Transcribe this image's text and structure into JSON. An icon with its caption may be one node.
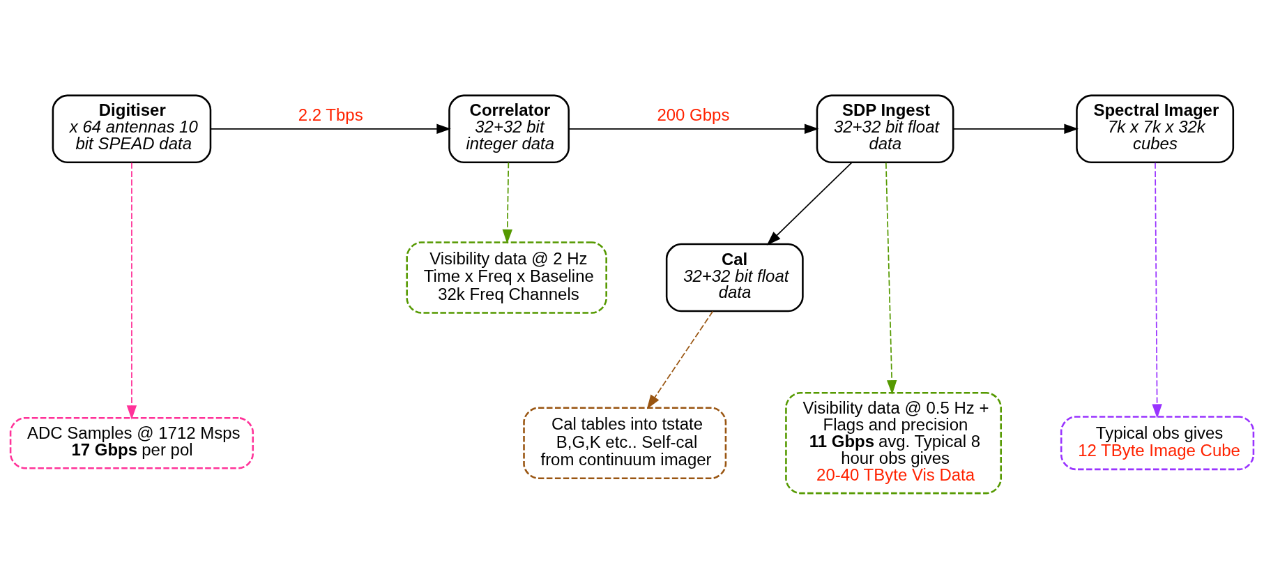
{
  "diagram": {
    "nodes": [
      {
        "text": [
          "Digitiser",
          "x 64 antennas 10 bit SPEAD data"
        ]
      },
      {
        "text": [
          "Correlator",
          "32+32 bit integer data"
        ]
      },
      {
        "text": [
          "SDP Ingest",
          "32+32 bit float data"
        ]
      },
      {
        "text": [
          "Spectral Imager",
          "7k x 7k x 32k cubes"
        ]
      },
      {
        "text": [
          "Cal",
          "32+32 bit float data"
        ]
      },
      {
        "text": [
          "Visibility data @ 2 Hz Time x Freq x Baseline 32k Freq Channels"
        ]
      },
      {
        "text": [
          "Cal tables into tstate B,G,K etc.. Self-cal from continuum imager"
        ]
      },
      {
        "text": [
          "ADC Samples @ 1712 Msps **17 Gbps** per pol"
        ]
      },
      {
        "text": [
          "Visibility data @ 0.5 Hz + Flags and precision **11 Gbps** avg. Typical 8 hour obs gives",
          "20-40 TByte Vis Data"
        ]
      },
      {
        "text": [
          "Typical obs gives",
          "12 TByte Image Cube"
        ]
      }
    ],
    "edges": [
      {
        "from": 0,
        "to": 1,
        "arrow": "to",
        "label": "2.2 Tbps"
      },
      {
        "from": 1,
        "to": 2,
        "arrow": "to",
        "label": "200 Gbps"
      },
      {
        "from": 2,
        "to": 3,
        "arrow": "to"
      },
      {
        "from": 2,
        "to": 4,
        "arrow": "to"
      },
      {
        "from": 0,
        "to": 7,
        "arrow": "to",
        "style": "dashed",
        "color": "#ff3399"
      },
      {
        "from": 1,
        "to": 5,
        "arrow": "to",
        "style": "dashed",
        "color": "#559900"
      },
      {
        "from": 2,
        "to": 8,
        "arrow": "to",
        "style": "dashed",
        "color": "#559900"
      },
      {
        "from": 4,
        "to": 6,
        "arrow": "to",
        "style": "dashed",
        "color": "#995511"
      },
      {
        "from": 3,
        "to": 9,
        "arrow": "to",
        "style": "dashed",
        "color": "#9933ff"
      }
    ]
  }
}
